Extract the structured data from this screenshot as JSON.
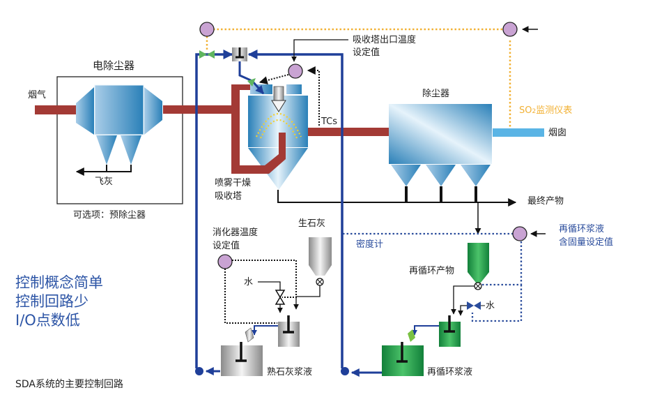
{
  "title": "SDA系统的主要控制回路",
  "labels": {
    "flue_gas": "烟气",
    "esp": "电除尘器",
    "fly_ash": "飞灰",
    "optional_precollector": "可选项：预除尘器",
    "absorber_outlet_temp_sp_line1": "吸收塔出口温度",
    "absorber_outlet_temp_sp_line2": "设定值",
    "tcs": "TCs",
    "spray_dryer_line1": "喷雾干燥",
    "spray_dryer_line2": "吸收塔",
    "dust_collector": "除尘器",
    "so2_monitor_prefix": "SO",
    "so2_monitor_sub": "2",
    "so2_monitor_suffix": "监测仪表",
    "stack": "烟囱",
    "final_product": "最终产物",
    "density_meter": "密度计",
    "recycle_slurry_solids_sp_line1": "再循环浆液",
    "recycle_slurry_solids_sp_line2": "含固量设定值",
    "recycle_product": "再循环产物",
    "water_recycle": "水",
    "recycle_slurry": "再循环浆液",
    "quicklime": "生石灰",
    "slaker_temp_sp_line1": "消化器温度",
    "slaker_temp_sp_line2": "设定值",
    "water_slaker": "水",
    "lime_slurry": "熟石灰浆液"
  },
  "notes": [
    "控制概念简单",
    "控制回路少",
    "I/O点数低"
  ],
  "colors": {
    "flue_duct": "#a33a35",
    "slurry_line": "#1f3f99",
    "so2_loop": "#f2b134",
    "density_loop": "#2a4c9c",
    "controller": "#c9a3d3",
    "stack_duct": "#5ab4e5",
    "recycle_vessel": "#1e9a45",
    "lime_vessel": "#b8b8b8"
  }
}
